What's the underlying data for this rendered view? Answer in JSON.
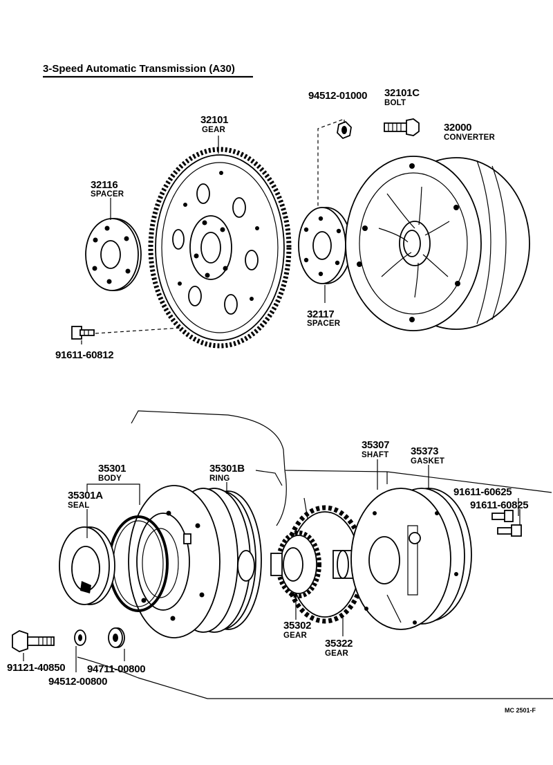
{
  "title": "3-Speed Automatic Transmission (A30)",
  "parts": {
    "p94512_01000": {
      "number": "94512-01000"
    },
    "p32101c": {
      "number": "32101C",
      "name": "BOLT"
    },
    "p32101": {
      "number": "32101",
      "name": "GEAR"
    },
    "p32000": {
      "number": "32000",
      "name": "CONVERTER"
    },
    "p32116": {
      "number": "32116",
      "name": "SPACER"
    },
    "p32117": {
      "number": "32117",
      "name": "SPACER"
    },
    "p91611_60812": {
      "number": "91611-60812"
    },
    "p35307": {
      "number": "35307",
      "name": "SHAFT"
    },
    "p35373": {
      "number": "35373",
      "name": "GASKET"
    },
    "p35301": {
      "number": "35301",
      "name": "BODY"
    },
    "p35301b": {
      "number": "35301B",
      "name": "RING"
    },
    "p35301a": {
      "number": "35301A",
      "name": "SEAL"
    },
    "p91611_60625": {
      "number": "91611-60625"
    },
    "p91611_60825": {
      "number": "91611-60825"
    },
    "p35302": {
      "number": "35302",
      "name": "GEAR"
    },
    "p35322": {
      "number": "35322",
      "name": "GEAR"
    },
    "p91121_40850": {
      "number": "91121-40850"
    },
    "p94711_00800": {
      "number": "94711-00800"
    },
    "p94512_00800": {
      "number": "94512-00800"
    }
  },
  "figure_code": "MC 2501-F"
}
